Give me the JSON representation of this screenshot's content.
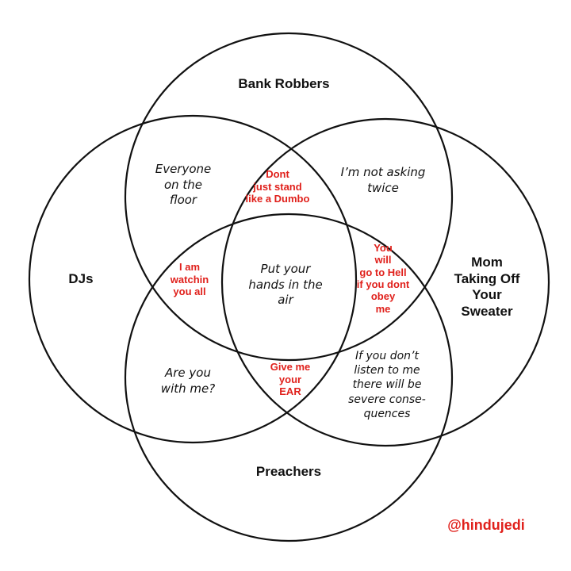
{
  "sets": {
    "top": "Bank Robbers",
    "left": "DJs",
    "right": [
      "Mom",
      "Taking Off",
      "Your",
      "Sweater"
    ],
    "bottom": "Preachers"
  },
  "regions": {
    "top_left": [
      "Everyone",
      "on the",
      "floor"
    ],
    "top_right": [
      "I’m not asking",
      "twice"
    ],
    "top_center": [
      "Dont",
      "just stand",
      "like a Dumbo"
    ],
    "left_center": [
      "I am",
      "watchin",
      "you all"
    ],
    "center": [
      "Put your",
      "hands in the",
      "air"
    ],
    "right_center": [
      "You",
      "will",
      "go to Hell",
      "if you dont",
      "obey",
      "me"
    ],
    "bottom_left": [
      "Are you",
      "with me?"
    ],
    "bottom_center": [
      "Give me",
      "your",
      "EAR"
    ],
    "bottom_right": [
      "If you don’t",
      "listen to me",
      "there will be",
      "severe conse-",
      "quences"
    ]
  },
  "credit": "@hindujedi",
  "colors": {
    "stroke": "#111111",
    "text": "#111111",
    "accent": "#e0201b"
  }
}
